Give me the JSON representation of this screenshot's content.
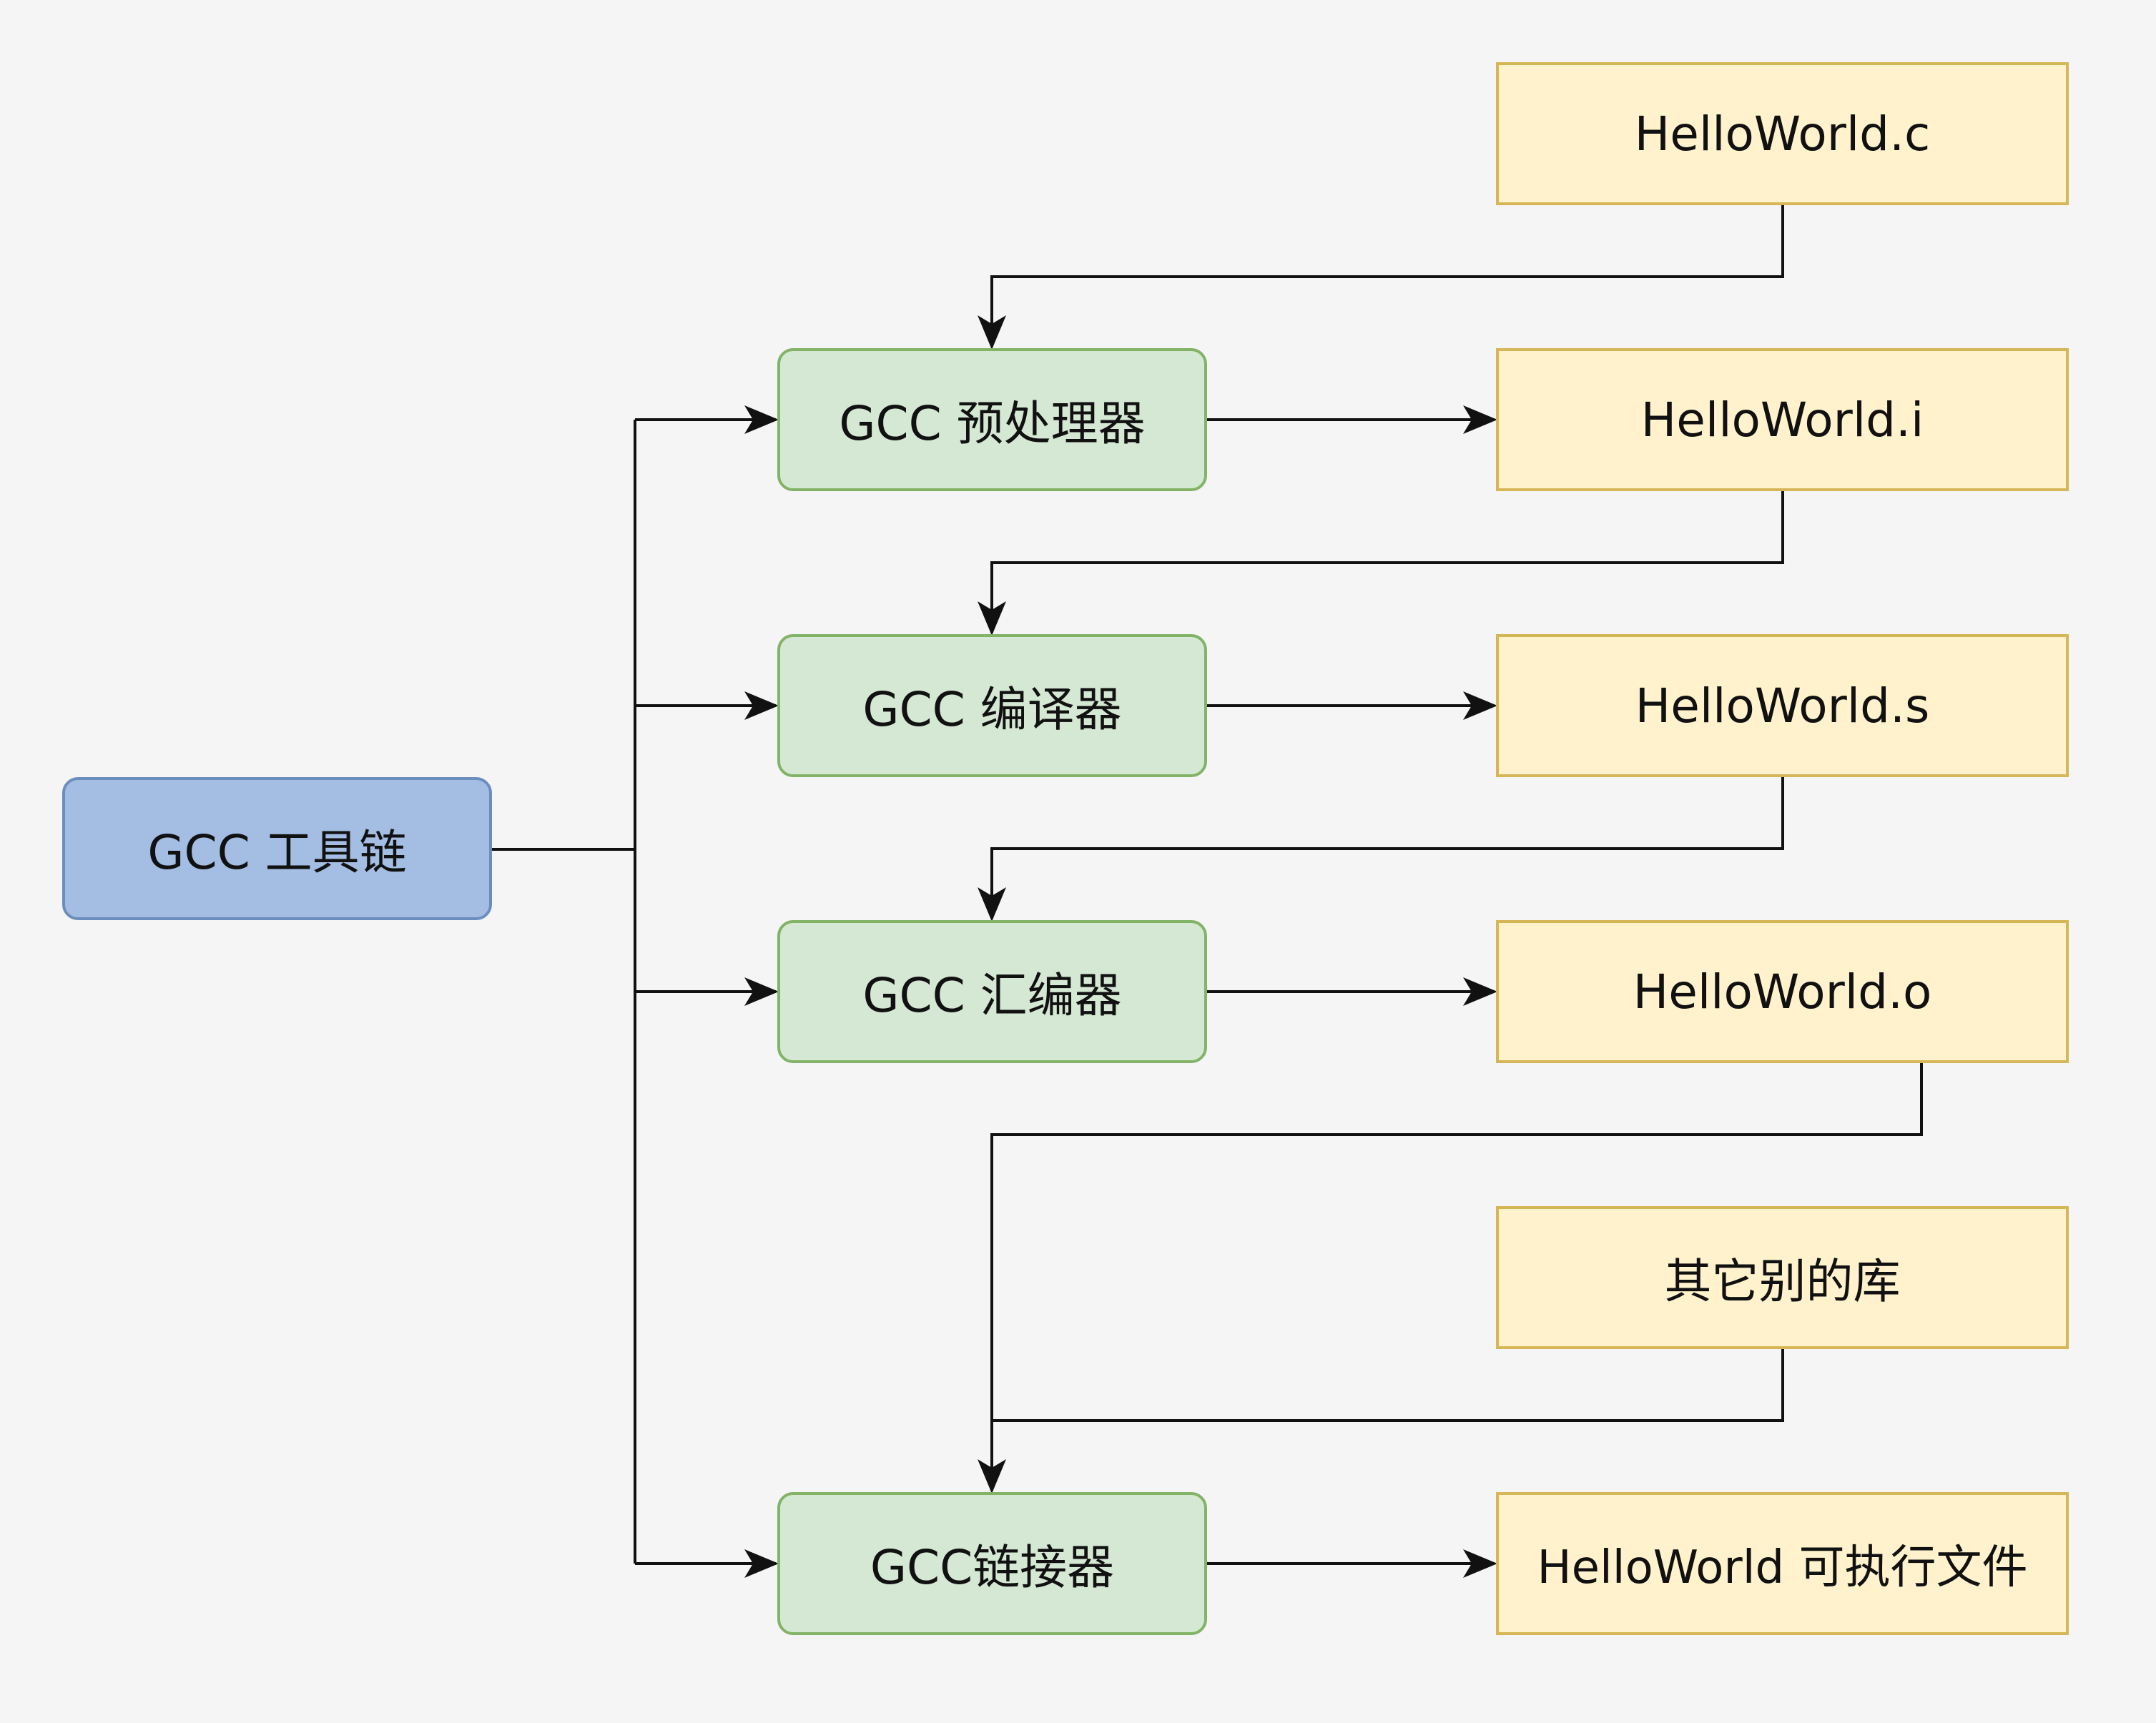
{
  "colors": {
    "background": "#f5f5f5",
    "toolchain_fill": "#a3bde3",
    "toolchain_border": "#6c8ebf",
    "stage_fill": "#d5e8d4",
    "stage_border": "#82b366",
    "file_fill": "#fff2cc",
    "file_border": "#d6b656",
    "connector": "#111111"
  },
  "toolchain": {
    "label": "GCC 工具链"
  },
  "stages": {
    "preprocessor": {
      "label": "GCC 预处理器"
    },
    "compiler": {
      "label": "GCC 编译器"
    },
    "assembler": {
      "label": "GCC 汇编器"
    },
    "linker": {
      "label": "GCC链接器"
    }
  },
  "files": {
    "source": {
      "label": "HelloWorld.c"
    },
    "preprocessed": {
      "label": "HelloWorld.i"
    },
    "assembly": {
      "label": "HelloWorld.s"
    },
    "object": {
      "label": "HelloWorld.o"
    },
    "libraries": {
      "label": "其它别的库"
    },
    "executable": {
      "label": "HelloWorld 可执行文件"
    }
  }
}
